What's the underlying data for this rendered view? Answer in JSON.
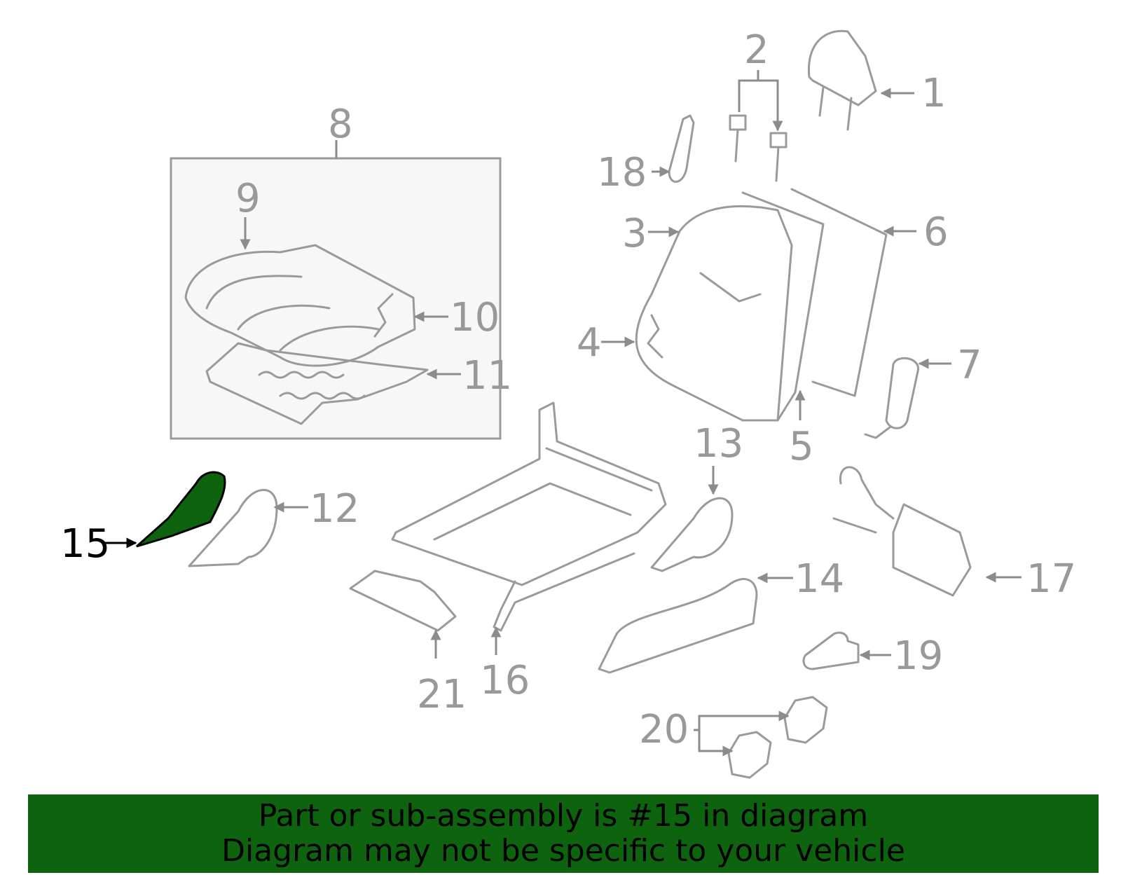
{
  "diagram": {
    "callouts": [
      {
        "id": "1",
        "label": "1"
      },
      {
        "id": "2",
        "label": "2"
      },
      {
        "id": "3",
        "label": "3"
      },
      {
        "id": "4",
        "label": "4"
      },
      {
        "id": "5",
        "label": "5"
      },
      {
        "id": "6",
        "label": "6"
      },
      {
        "id": "7",
        "label": "7"
      },
      {
        "id": "8",
        "label": "8"
      },
      {
        "id": "9",
        "label": "9"
      },
      {
        "id": "10",
        "label": "10"
      },
      {
        "id": "11",
        "label": "11"
      },
      {
        "id": "12",
        "label": "12"
      },
      {
        "id": "13",
        "label": "13"
      },
      {
        "id": "14",
        "label": "14"
      },
      {
        "id": "15",
        "label": "15"
      },
      {
        "id": "16",
        "label": "16"
      },
      {
        "id": "17",
        "label": "17"
      },
      {
        "id": "18",
        "label": "18"
      },
      {
        "id": "19",
        "label": "19"
      },
      {
        "id": "20",
        "label": "20"
      },
      {
        "id": "21",
        "label": "21"
      }
    ],
    "highlighted_part": "15",
    "colors": {
      "line_art": "#9a9a9a",
      "highlight_fill": "#0e640e",
      "highlight_label": "#000000",
      "subassembly_box_bg": "#f7f7f7"
    }
  },
  "banner": {
    "line1": "Part or sub-assembly is #15 in diagram",
    "line2": "Diagram may not be specific to your vehicle",
    "background": "#0e640e"
  }
}
